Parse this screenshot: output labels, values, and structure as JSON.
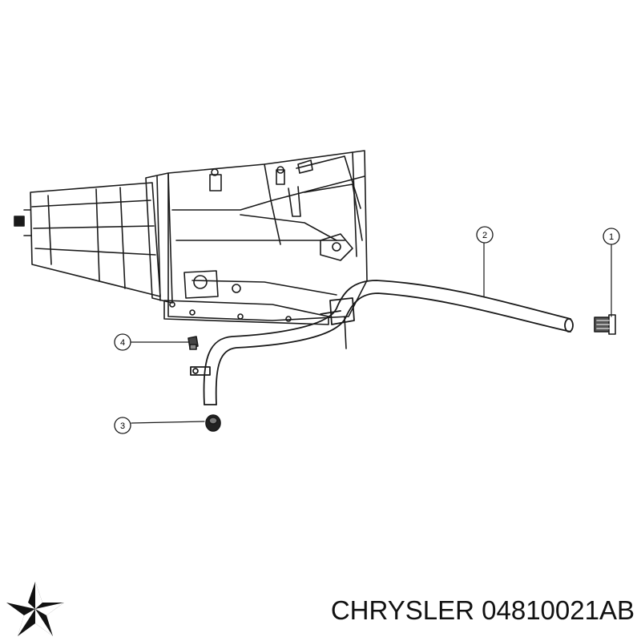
{
  "callouts": [
    {
      "number": "1",
      "part": "plug"
    },
    {
      "number": "2",
      "part": "dipstick-tube"
    },
    {
      "number": "3",
      "part": "grommet"
    },
    {
      "number": "4",
      "part": "bolt"
    }
  ],
  "caption": {
    "brand": "CHRYSLER",
    "part_number": "04810021AB"
  },
  "colors": {
    "line": "#1a1a1a",
    "background": "#ffffff"
  },
  "logo": {
    "icon": "pentastar-icon"
  }
}
